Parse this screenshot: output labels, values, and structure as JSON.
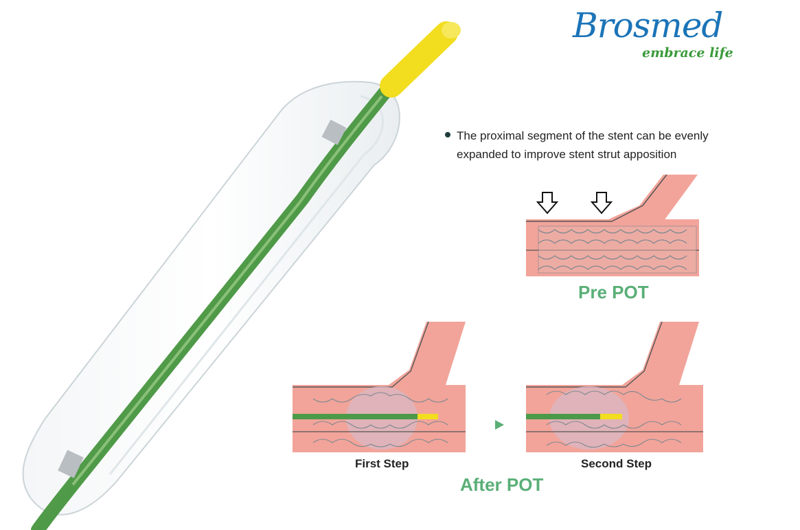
{
  "brand": {
    "name": "Brosmed",
    "tagline": "embrace life",
    "primary_color": "#1b74b8",
    "tagline_color": "#3a9a3a"
  },
  "feature": {
    "text_line1": "The proximal segment of the stent can be evenly",
    "text_line2": "expanded to improve stent strut apposition"
  },
  "diagrams": {
    "pre_label": "Pre POT",
    "after_label": "After POT",
    "first_step_label": "First Step",
    "second_step_label": "Second Step",
    "label_color": "#5aaf77",
    "vessel_color": "#f2a49a",
    "catheter_color": "#4c9a49",
    "tip_color": "#f2dd1e"
  }
}
